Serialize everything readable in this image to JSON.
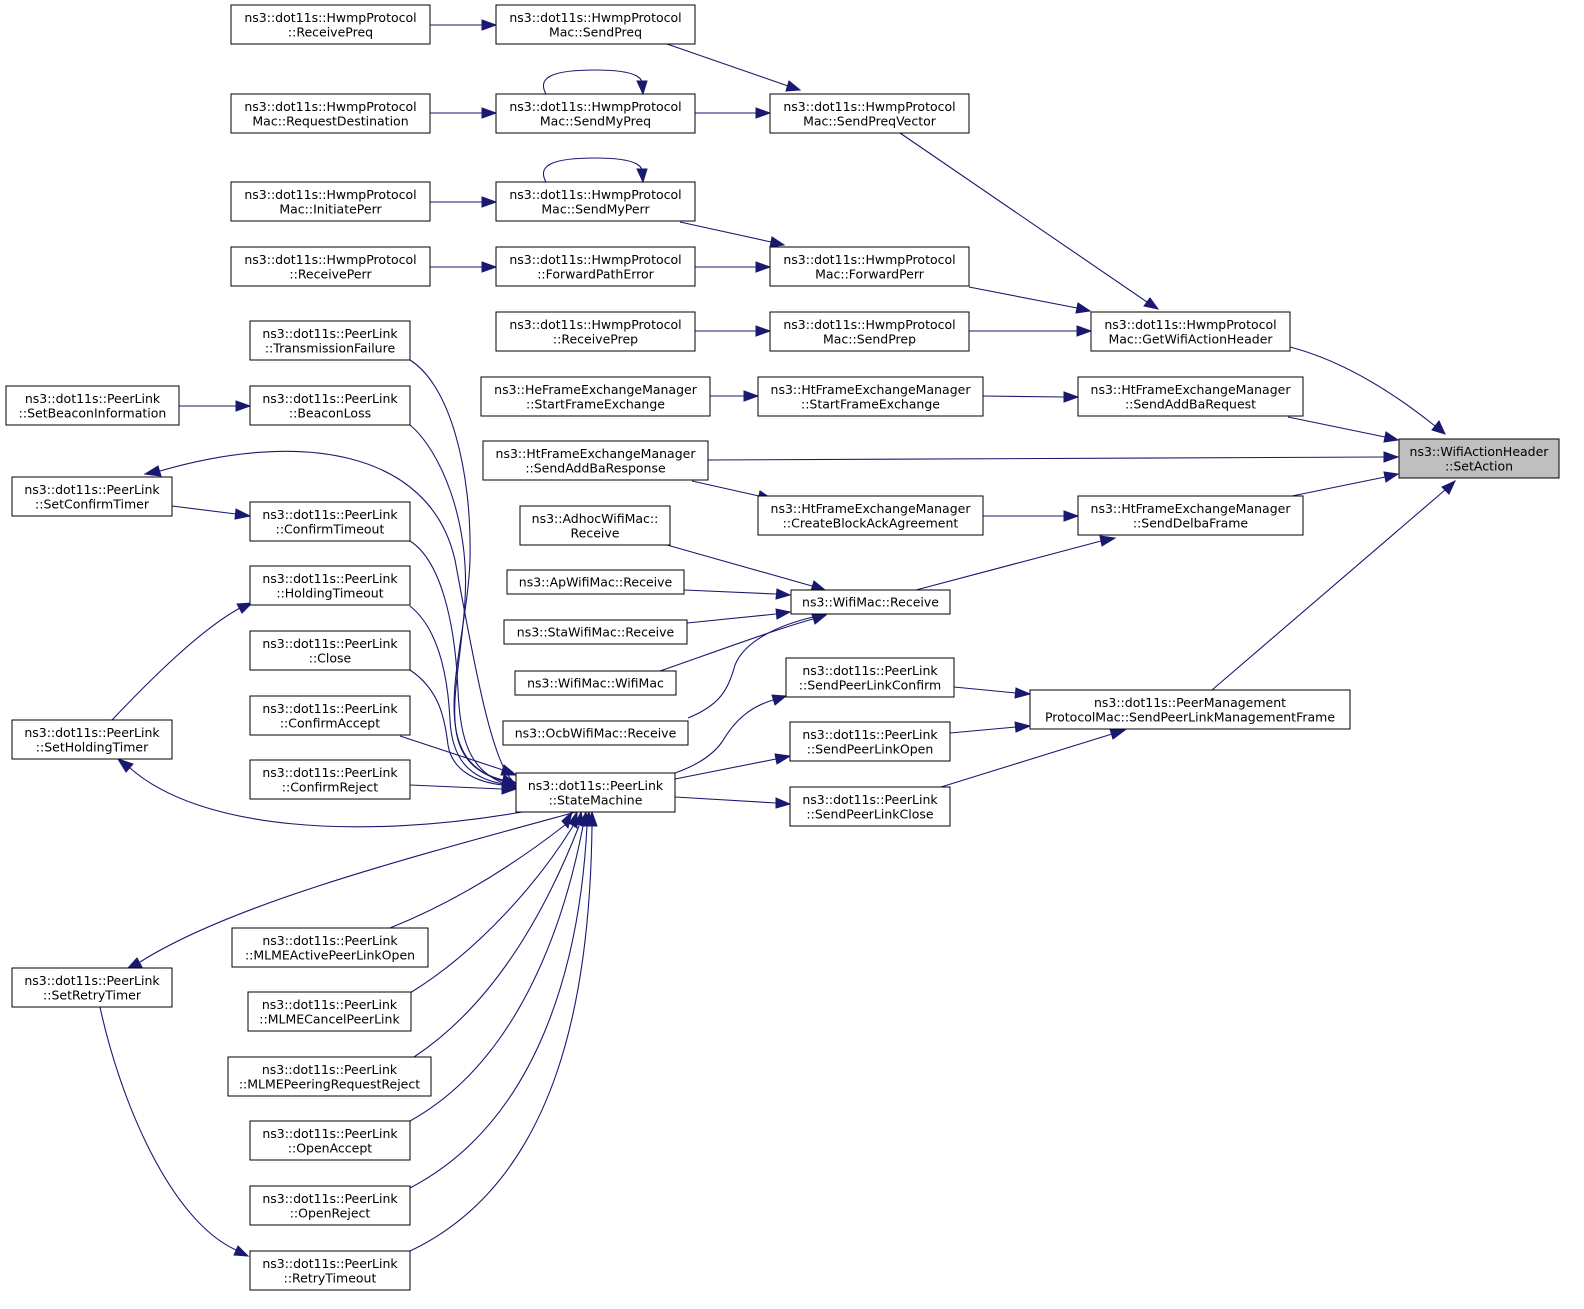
{
  "title": "",
  "nodes": [
    {
      "id": "setaction",
      "lines": [
        "ns3::WifiActionHeader",
        "::SetAction"
      ],
      "highlight": true
    },
    {
      "id": "getwifiactionheader",
      "lines": [
        "ns3::dot11s::HwmpProtocol",
        "Mac::GetWifiActionHeader"
      ]
    },
    {
      "id": "sendaddbarequest",
      "lines": [
        "ns3::HtFrameExchangeManager",
        "::SendAddBaRequest"
      ]
    },
    {
      "id": "sendaddbaresponse",
      "lines": [
        "ns3::HtFrameExchangeManager",
        "::SendAddBaResponse"
      ]
    },
    {
      "id": "senddelbaframe",
      "lines": [
        "ns3::HtFrameExchangeManager",
        "::SendDelbaFrame"
      ]
    },
    {
      "id": "sendpeerlinkmgmt",
      "lines": [
        "ns3::dot11s::PeerManagement",
        "ProtocolMac::SendPeerLinkManagementFrame"
      ]
    },
    {
      "id": "sendpreqvector",
      "lines": [
        "ns3::dot11s::HwmpProtocol",
        "Mac::SendPreqVector"
      ]
    },
    {
      "id": "forwardperr",
      "lines": [
        "ns3::dot11s::HwmpProtocol",
        "Mac::ForwardPerr"
      ]
    },
    {
      "id": "sendprep",
      "lines": [
        "ns3::dot11s::HwmpProtocol",
        "Mac::SendPrep"
      ]
    },
    {
      "id": "sendpreq",
      "lines": [
        "ns3::dot11s::HwmpProtocol",
        "Mac::SendPreq"
      ]
    },
    {
      "id": "sendmypreq",
      "lines": [
        "ns3::dot11s::HwmpProtocol",
        "Mac::SendMyPreq"
      ]
    },
    {
      "id": "sendmyperr",
      "lines": [
        "ns3::dot11s::HwmpProtocol",
        "Mac::SendMyPerr"
      ]
    },
    {
      "id": "forwardpatherror",
      "lines": [
        "ns3::dot11s::HwmpProtocol",
        "::ForwardPathError"
      ]
    },
    {
      "id": "receiveprep",
      "lines": [
        "ns3::dot11s::HwmpProtocol",
        "::ReceivePrep"
      ]
    },
    {
      "id": "receivepreq",
      "lines": [
        "ns3::dot11s::HwmpProtocol",
        "::ReceivePreq"
      ]
    },
    {
      "id": "requestdestination",
      "lines": [
        "ns3::dot11s::HwmpProtocol",
        "Mac::RequestDestination"
      ]
    },
    {
      "id": "initiateperr",
      "lines": [
        "ns3::dot11s::HwmpProtocol",
        "Mac::InitiatePerr"
      ]
    },
    {
      "id": "receiveperr",
      "lines": [
        "ns3::dot11s::HwmpProtocol",
        "::ReceivePerr"
      ]
    },
    {
      "id": "htstartframeexchange",
      "lines": [
        "ns3::HtFrameExchangeManager",
        "::StartFrameExchange"
      ]
    },
    {
      "id": "hestartframeexchange",
      "lines": [
        "ns3::HeFrameExchangeManager",
        "::StartFrameExchange"
      ]
    },
    {
      "id": "createblockackagreement",
      "lines": [
        "ns3::HtFrameExchangeManager",
        "::CreateBlockAckAgreement"
      ]
    },
    {
      "id": "wifimacreceive",
      "lines": [
        "ns3::WifiMac::Receive"
      ]
    },
    {
      "id": "adhocreceive",
      "lines": [
        "ns3::AdhocWifiMac::",
        "Receive"
      ]
    },
    {
      "id": "apreceive",
      "lines": [
        "ns3::ApWifiMac::Receive"
      ]
    },
    {
      "id": "stareceive",
      "lines": [
        "ns3::StaWifiMac::Receive"
      ]
    },
    {
      "id": "wifimacctor",
      "lines": [
        "ns3::WifiMac::WifiMac"
      ]
    },
    {
      "id": "ocbreceive",
      "lines": [
        "ns3::OcbWifiMac::Receive"
      ]
    },
    {
      "id": "sendpeerlinkconfirm",
      "lines": [
        "ns3::dot11s::PeerLink",
        "::SendPeerLinkConfirm"
      ]
    },
    {
      "id": "sendpeerlinkopen",
      "lines": [
        "ns3::dot11s::PeerLink",
        "::SendPeerLinkOpen"
      ]
    },
    {
      "id": "sendpeerlinkclose",
      "lines": [
        "ns3::dot11s::PeerLink",
        "::SendPeerLinkClose"
      ]
    },
    {
      "id": "statemachine",
      "lines": [
        "ns3::dot11s::PeerLink",
        "::StateMachine"
      ]
    },
    {
      "id": "transmissionfailure",
      "lines": [
        "ns3::dot11s::PeerLink",
        "::TransmissionFailure"
      ]
    },
    {
      "id": "beaconloss",
      "lines": [
        "ns3::dot11s::PeerLink",
        "::BeaconLoss"
      ]
    },
    {
      "id": "setbeaconinformation",
      "lines": [
        "ns3::dot11s::PeerLink",
        "::SetBeaconInformation"
      ]
    },
    {
      "id": "setconfirmtimer",
      "lines": [
        "ns3::dot11s::PeerLink",
        "::SetConfirmTimer"
      ]
    },
    {
      "id": "confirmtimeout",
      "lines": [
        "ns3::dot11s::PeerLink",
        "::ConfirmTimeout"
      ]
    },
    {
      "id": "holdingtimeout",
      "lines": [
        "ns3::dot11s::PeerLink",
        "::HoldingTimeout"
      ]
    },
    {
      "id": "close",
      "lines": [
        "ns3::dot11s::PeerLink",
        "::Close"
      ]
    },
    {
      "id": "confirmaccept",
      "lines": [
        "ns3::dot11s::PeerLink",
        "::ConfirmAccept"
      ]
    },
    {
      "id": "confirmreject",
      "lines": [
        "ns3::dot11s::PeerLink",
        "::ConfirmReject"
      ]
    },
    {
      "id": "setholdingtimer",
      "lines": [
        "ns3::dot11s::PeerLink",
        "::SetHoldingTimer"
      ]
    },
    {
      "id": "setretrytimer",
      "lines": [
        "ns3::dot11s::PeerLink",
        "::SetRetryTimer"
      ]
    },
    {
      "id": "mlmeactivepeerlinkopen",
      "lines": [
        "ns3::dot11s::PeerLink",
        "::MLMEActivePeerLinkOpen"
      ]
    },
    {
      "id": "mlmecancelpeerlink",
      "lines": [
        "ns3::dot11s::PeerLink",
        "::MLMECancelPeerLink"
      ]
    },
    {
      "id": "mlmepeeringrequestreject",
      "lines": [
        "ns3::dot11s::PeerLink",
        "::MLMEPeeringRequestReject"
      ]
    },
    {
      "id": "openaccept",
      "lines": [
        "ns3::dot11s::PeerLink",
        "::OpenAccept"
      ]
    },
    {
      "id": "openreject",
      "lines": [
        "ns3::dot11s::PeerLink",
        "::OpenReject"
      ]
    },
    {
      "id": "retrytimeout",
      "lines": [
        "ns3::dot11s::PeerLink",
        "::RetryTimeout"
      ]
    }
  ],
  "edges": [
    {
      "from": "getwifiactionheader",
      "to": "setaction"
    },
    {
      "from": "sendaddbarequest",
      "to": "setaction"
    },
    {
      "from": "sendaddbaresponse",
      "to": "setaction"
    },
    {
      "from": "senddelbaframe",
      "to": "setaction"
    },
    {
      "from": "sendpeerlinkmgmt",
      "to": "setaction"
    },
    {
      "from": "sendpreqvector",
      "to": "getwifiactionheader"
    },
    {
      "from": "forwardperr",
      "to": "getwifiactionheader"
    },
    {
      "from": "sendprep",
      "to": "getwifiactionheader"
    },
    {
      "from": "sendpreq",
      "to": "sendpreqvector"
    },
    {
      "from": "sendmypreq",
      "to": "sendpreqvector"
    },
    {
      "from": "receivepreq",
      "to": "sendpreq"
    },
    {
      "from": "requestdestination",
      "to": "sendmypreq"
    },
    {
      "from": "sendmypreq",
      "to": "sendmypreq"
    },
    {
      "from": "sendmyperr",
      "to": "forwardperr"
    },
    {
      "from": "forwardpatherror",
      "to": "forwardperr"
    },
    {
      "from": "initiateperr",
      "to": "sendmyperr"
    },
    {
      "from": "sendmyperr",
      "to": "sendmyperr"
    },
    {
      "from": "receiveperr",
      "to": "forwardpatherror"
    },
    {
      "from": "receiveprep",
      "to": "sendprep"
    },
    {
      "from": "htstartframeexchange",
      "to": "sendaddbarequest"
    },
    {
      "from": "hestartframeexchange",
      "to": "htstartframeexchange"
    },
    {
      "from": "createblockackagreement",
      "to": "senddelbaframe"
    },
    {
      "from": "wifimacreceive",
      "to": "senddelbaframe"
    },
    {
      "from": "sendaddbaresponse",
      "to": "createblockackagreement"
    },
    {
      "from": "adhocreceive",
      "to": "wifimacreceive"
    },
    {
      "from": "apreceive",
      "to": "wifimacreceive"
    },
    {
      "from": "stareceive",
      "to": "wifimacreceive"
    },
    {
      "from": "wifimacctor",
      "to": "wifimacreceive"
    },
    {
      "from": "ocbreceive",
      "to": "wifimacreceive"
    },
    {
      "from": "sendpeerlinkconfirm",
      "to": "sendpeerlinkmgmt"
    },
    {
      "from": "sendpeerlinkopen",
      "to": "sendpeerlinkmgmt"
    },
    {
      "from": "sendpeerlinkclose",
      "to": "sendpeerlinkmgmt"
    },
    {
      "from": "statemachine",
      "to": "sendpeerlinkconfirm"
    },
    {
      "from": "statemachine",
      "to": "sendpeerlinkopen"
    },
    {
      "from": "statemachine",
      "to": "sendpeerlinkclose"
    },
    {
      "from": "transmissionfailure",
      "to": "statemachine"
    },
    {
      "from": "beaconloss",
      "to": "statemachine"
    },
    {
      "from": "confirmtimeout",
      "to": "statemachine"
    },
    {
      "from": "holdingtimeout",
      "to": "statemachine"
    },
    {
      "from": "close",
      "to": "statemachine"
    },
    {
      "from": "confirmaccept",
      "to": "statemachine"
    },
    {
      "from": "confirmreject",
      "to": "statemachine"
    },
    {
      "from": "setbeaconinformation",
      "to": "beaconloss"
    },
    {
      "from": "setconfirmtimer",
      "to": "confirmtimeout"
    },
    {
      "from": "statemachine",
      "to": "setconfirmtimer"
    },
    {
      "from": "setholdingtimer",
      "to": "holdingtimeout"
    },
    {
      "from": "statemachine",
      "to": "setholdingtimer"
    },
    {
      "from": "statemachine",
      "to": "setretrytimer"
    },
    {
      "from": "setretrytimer",
      "to": "retrytimeout"
    },
    {
      "from": "mlmeactivepeerlinkopen",
      "to": "statemachine"
    },
    {
      "from": "mlmecancelpeerlink",
      "to": "statemachine"
    },
    {
      "from": "mlmepeeringrequestreject",
      "to": "statemachine"
    },
    {
      "from": "openaccept",
      "to": "statemachine"
    },
    {
      "from": "openreject",
      "to": "statemachine"
    },
    {
      "from": "retrytimeout",
      "to": "statemachine"
    }
  ],
  "colors": {
    "edge": "#191970",
    "highlight_fill": "#bfbfbf",
    "node_fill": "#ffffff",
    "node_stroke": "#000000"
  }
}
